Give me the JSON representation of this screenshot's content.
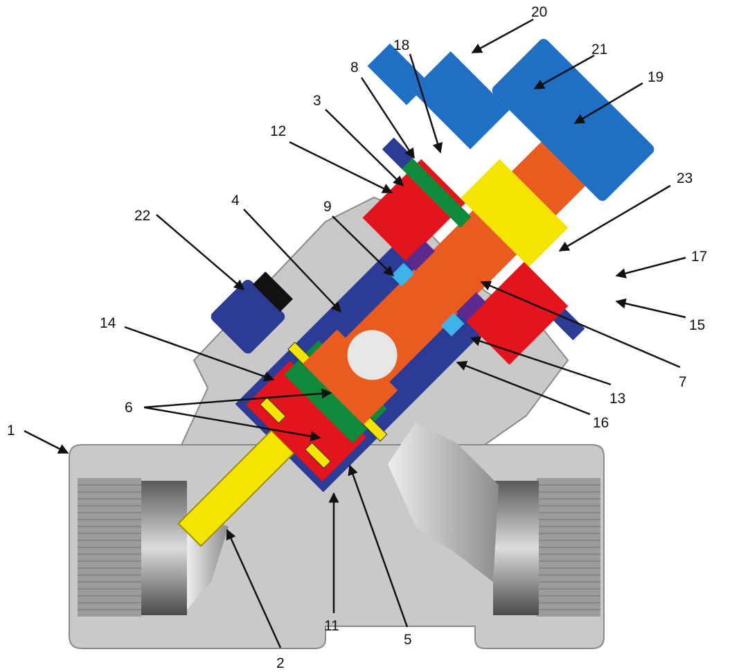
{
  "diagram": {
    "colors": {
      "body_gray": "#c9c9c9",
      "body_outline": "#8a8a8a",
      "stem_orange": "#ea5b1f",
      "bonnet_red": "#e3141b",
      "liner_navy": "#2b3b96",
      "seal_green": "#0f8a3b",
      "packing_yellow": "#f5e400",
      "ring_light_blue": "#3fb3e8",
      "packing_purple": "#5b2a8c",
      "handle_blue": "#1f6fc4"
    },
    "callouts": [
      {
        "id": "1",
        "label": "1"
      },
      {
        "id": "2",
        "label": "2"
      },
      {
        "id": "3",
        "label": "3"
      },
      {
        "id": "4",
        "label": "4"
      },
      {
        "id": "5",
        "label": "5"
      },
      {
        "id": "6",
        "label": "6"
      },
      {
        "id": "7",
        "label": "7"
      },
      {
        "id": "8",
        "label": "8"
      },
      {
        "id": "9",
        "label": "9"
      },
      {
        "id": "11",
        "label": "11"
      },
      {
        "id": "12",
        "label": "12"
      },
      {
        "id": "13",
        "label": "13"
      },
      {
        "id": "14",
        "label": "14"
      },
      {
        "id": "15",
        "label": "15"
      },
      {
        "id": "16",
        "label": "16"
      },
      {
        "id": "17",
        "label": "17"
      },
      {
        "id": "18",
        "label": "18"
      },
      {
        "id": "19",
        "label": "19"
      },
      {
        "id": "20",
        "label": "20"
      },
      {
        "id": "21",
        "label": "21"
      },
      {
        "id": "22",
        "label": "22"
      },
      {
        "id": "23",
        "label": "23"
      }
    ]
  }
}
